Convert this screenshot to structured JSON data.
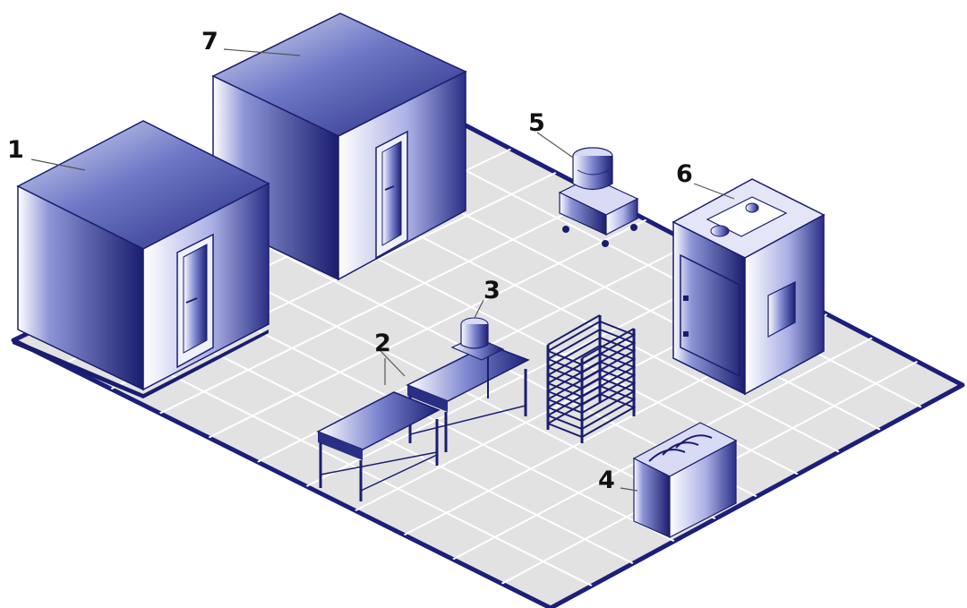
{
  "labels": {
    "equipment_1": "1",
    "equipment_2": "2",
    "equipment_3": "3",
    "equipment_4": "4",
    "equipment_5": "5",
    "equipment_6": "6",
    "equipment_7": "7"
  },
  "colors": {
    "floor": "#e2e2e2",
    "floor_border": "#1c1f7a",
    "grid": "#ffffff",
    "equipment_dark": "#1a1d6e",
    "equipment_mid": "#4a56b0",
    "equipment_light": "#ffffff"
  }
}
